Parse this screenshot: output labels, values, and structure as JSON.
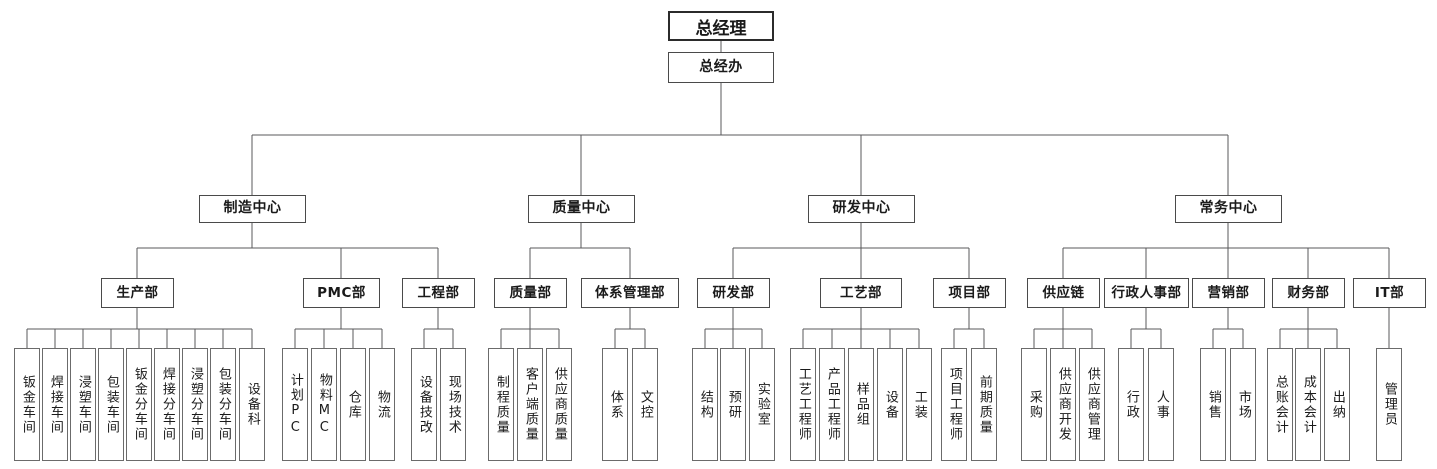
{
  "meta": {
    "title": "组织架构图",
    "line_color": "#58595b",
    "box_border": "#4a4a4a",
    "background": "#ffffff"
  },
  "root": {
    "label": "总经理"
  },
  "office": {
    "label": "总经办"
  },
  "centers": [
    {
      "label": "制造中心"
    },
    {
      "label": "质量中心"
    },
    {
      "label": "研发中心"
    },
    {
      "label": "常务中心"
    }
  ],
  "departments": [
    {
      "label": "生产部"
    },
    {
      "label": "PMC部"
    },
    {
      "label": "工程部"
    },
    {
      "label": "质量部"
    },
    {
      "label": "体系管理部"
    },
    {
      "label": "研发部"
    },
    {
      "label": "工艺部"
    },
    {
      "label": "项目部"
    },
    {
      "label": "供应链"
    },
    {
      "label": "行政人事部"
    },
    {
      "label": "营销部"
    },
    {
      "label": "财务部"
    },
    {
      "label": "IT部"
    }
  ],
  "leaves": [
    {
      "label": "钣金车间"
    },
    {
      "label": "焊接车间"
    },
    {
      "label": "浸塑车间"
    },
    {
      "label": "包装车间"
    },
    {
      "label": "钣金分车间"
    },
    {
      "label": "焊接分车间"
    },
    {
      "label": "浸塑分车间"
    },
    {
      "label": "包装分车间"
    },
    {
      "label": "设备科"
    },
    {
      "label": "计划PC"
    },
    {
      "label": "物料MC"
    },
    {
      "label": "仓库"
    },
    {
      "label": "物流"
    },
    {
      "label": "设备技改"
    },
    {
      "label": "现场技术"
    },
    {
      "label": "制程质量"
    },
    {
      "label": "客户端质量"
    },
    {
      "label": "供应商质量"
    },
    {
      "label": "体系"
    },
    {
      "label": "文控"
    },
    {
      "label": "结构"
    },
    {
      "label": "预研"
    },
    {
      "label": "实验室"
    },
    {
      "label": "工艺工程师"
    },
    {
      "label": "产品工程师"
    },
    {
      "label": "样品组"
    },
    {
      "label": "设备"
    },
    {
      "label": "工装"
    },
    {
      "label": "项目工程师"
    },
    {
      "label": "前期质量"
    },
    {
      "label": "采购"
    },
    {
      "label": "供应商开发"
    },
    {
      "label": "供应商管理"
    },
    {
      "label": "行政"
    },
    {
      "label": "人事"
    },
    {
      "label": "销售"
    },
    {
      "label": "市场"
    },
    {
      "label": "总账会计"
    },
    {
      "label": "成本会计"
    },
    {
      "label": "出纳"
    },
    {
      "label": "管理员"
    }
  ]
}
